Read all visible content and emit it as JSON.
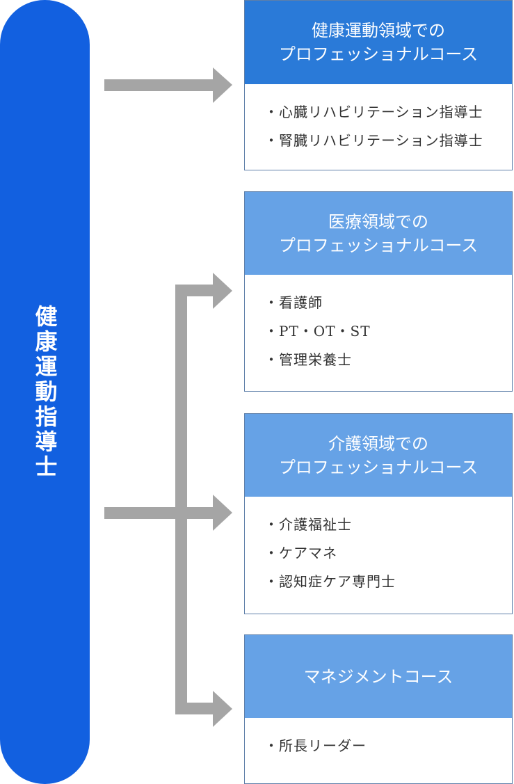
{
  "main_label": "健康運動指導士",
  "cards": [
    {
      "title_lines": [
        "健康運動領域での",
        "プロフェッショナルコース"
      ],
      "items": [
        "・心臓リハビリテーション指導士",
        "・腎臓リハビリテーション指導士"
      ],
      "head_color": "#2a7ad8"
    },
    {
      "title_lines": [
        "医療領域での",
        "プロフェッショナルコース"
      ],
      "items": [
        "・看護師",
        "・PT・OT・ST",
        "・管理栄養士"
      ],
      "head_color": "#66a2e6"
    },
    {
      "title_lines": [
        "介護領域での",
        "プロフェッショナルコース"
      ],
      "items": [
        "・介護福祉士",
        "・ケアマネ",
        "・認知症ケア専門士"
      ],
      "head_color": "#66a2e6"
    },
    {
      "title_lines": [
        "マネジメントコース"
      ],
      "items": [
        "・所長リーダー"
      ],
      "head_color": "#66a2e6"
    }
  ],
  "colors": {
    "pill": "#1260e0",
    "arrow": "#a5a5a5",
    "border": "#5e7fa9"
  }
}
